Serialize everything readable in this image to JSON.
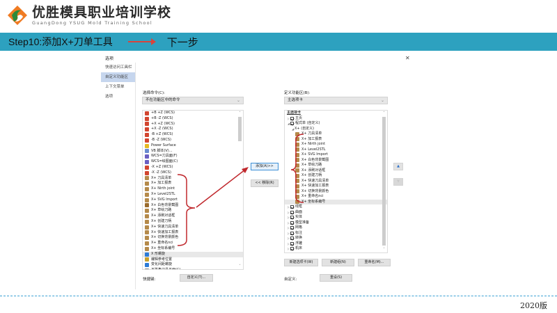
{
  "header": {
    "logo_title": "优胜模具职业培训学校",
    "logo_subtitle": "GuangDong YSUG Mold Training School",
    "registered_mark": "®"
  },
  "banner": {
    "step_text": "Step10:添加X+刀单工具",
    "next_text": "下一步",
    "arrow_color": "#d9443c",
    "background_color": "#2da1bf"
  },
  "dialog": {
    "title": "选项",
    "close_glyph": "✕",
    "nav": [
      {
        "label": "快速访问工具栏",
        "active": false
      },
      {
        "label": "自定义功能区",
        "active": true
      },
      {
        "label": "上下文菜单",
        "active": false
      },
      {
        "label": "选项",
        "active": false
      }
    ],
    "left": {
      "choose_label": "选择命令(C):",
      "choose_value": "不在功能区中的命令",
      "commands": [
        {
          "label": "+B +Z (WCS)",
          "icon": "view-icon"
        },
        {
          "label": "+B -Z (WCS)",
          "icon": "view-icon"
        },
        {
          "label": "+X +Z (WCS)",
          "icon": "view-icon"
        },
        {
          "label": "+X -Z (WCS)",
          "icon": "view-icon"
        },
        {
          "label": "-B +Z (WCS)",
          "icon": "view-icon"
        },
        {
          "label": "-B -Z (WCS)",
          "icon": "view-icon"
        },
        {
          "label": "Power Surface",
          "icon": "surface-icon"
        },
        {
          "label": "VB 脚本(V)...",
          "icon": "vb-icon"
        },
        {
          "label": "WCS=刀具面(F)",
          "icon": "wcs-icon"
        },
        {
          "label": "WCS=绘图面(C)",
          "icon": "wcs-icon"
        },
        {
          "label": "-X +Z (WCS)",
          "icon": "view-icon"
        },
        {
          "label": "-X -Z (WCS)",
          "icon": "view-icon"
        },
        {
          "label": "X+ 刀具清单",
          "icon": "xplus-icon"
        },
        {
          "label": "X+ 加工报表",
          "icon": "xplus-icon"
        },
        {
          "label": "X+ Nirth joint",
          "icon": "xplus-icon"
        },
        {
          "label": "X+ Level2STL",
          "icon": "xplus-icon"
        },
        {
          "label": "X+ SVG Import",
          "icon": "xplus-icon"
        },
        {
          "label": "X+ 白色背景截图",
          "icon": "camera-icon"
        },
        {
          "label": "X+ 草绘刀路",
          "icon": "xplus-icon"
        },
        {
          "label": "X+ 添刷对话框",
          "icon": "xplus-icon"
        },
        {
          "label": "X+ 创建刀柄",
          "icon": "xplus-icon"
        },
        {
          "label": "X+ 快速刀具清单",
          "icon": "xplus-icon"
        },
        {
          "label": "X+ 快速加工报表",
          "icon": "xplus-icon"
        },
        {
          "label": "X+ 切换背景颜色",
          "icon": "xplus-icon"
        },
        {
          "label": "X+ 重命名nci",
          "icon": "xplus-icon"
        },
        {
          "label": "X+ 坐标系编号",
          "icon": "xplus-icon"
        },
        {
          "label": "X 形螺旋",
          "icon": "helix-icon"
        },
        {
          "label": "编辑参考位置",
          "icon": "edit-icon"
        },
        {
          "label": "变化间距螺旋",
          "icon": "helix-icon"
        },
        {
          "label": "不等角刀具平面(C)",
          "icon": "plane-icon"
        }
      ],
      "selected_index": 26,
      "shortcut_label": "快捷键:",
      "customize_button": "自定义(T)..."
    },
    "middle": {
      "add_button": "添加(A)>>",
      "remove_button": "<< 移除(R)"
    },
    "right": {
      "ribbon_label": "定义功能区(B):",
      "ribbon_value": "主选项卡",
      "tree_header": "主选项卡",
      "tree": [
        {
          "label": "主页",
          "level": 1,
          "expander": "▷",
          "checked": true
        },
        {
          "label": "程式单 (自定义)",
          "level": 1,
          "expander": "◢",
          "checked": true
        },
        {
          "label": "X+ (自定义)",
          "level": 2,
          "expander": "◢",
          "checked": null
        },
        {
          "label": "X+ 刀具清单",
          "level": 3,
          "icon": true
        },
        {
          "label": "X+ 加工报表",
          "level": 3,
          "icon": true
        },
        {
          "label": "X+ Nirth joint",
          "level": 3,
          "icon": true
        },
        {
          "label": "X+ Level2STL",
          "level": 3,
          "icon": true
        },
        {
          "label": "X+ SVG Import",
          "level": 3,
          "icon": true
        },
        {
          "label": "X+ 白色背景截图",
          "level": 3,
          "icon": true
        },
        {
          "label": "X+ 草绘刀路",
          "level": 3,
          "icon": true
        },
        {
          "label": "X+ 添刷对话框",
          "level": 3,
          "icon": true
        },
        {
          "label": "X+ 创建刀柄",
          "level": 3,
          "icon": true
        },
        {
          "label": "X+ 快速刀具清单",
          "level": 3,
          "icon": true
        },
        {
          "label": "X+ 快速加工报表",
          "level": 3,
          "icon": true
        },
        {
          "label": "X+ 切换背景颜色",
          "level": 3,
          "icon": true
        },
        {
          "label": "X+ 重命名nci",
          "level": 3,
          "icon": true
        },
        {
          "label": "X+ 坐标系编号",
          "level": 3,
          "icon": true,
          "selected": true
        },
        {
          "label": "线框",
          "level": 1,
          "expander": "▷",
          "checked": true
        },
        {
          "label": "曲面",
          "level": 1,
          "expander": "▷",
          "checked": true
        },
        {
          "label": "实体",
          "level": 1,
          "expander": "▷",
          "checked": true
        },
        {
          "label": "模型准备",
          "level": 1,
          "expander": "▷",
          "checked": true
        },
        {
          "label": "网格",
          "level": 1,
          "expander": "▷",
          "checked": true
        },
        {
          "label": "标注",
          "level": 1,
          "expander": "▷",
          "checked": true
        },
        {
          "label": "转换",
          "level": 1,
          "expander": "▷",
          "checked": true
        },
        {
          "label": "浮雕",
          "level": 1,
          "expander": "▷",
          "checked": true
        },
        {
          "label": "机床",
          "level": 1,
          "expander": "▷",
          "checked": true
        }
      ],
      "new_tab_button": "新建选项卡(W)",
      "new_group_button": "新建组(N)",
      "rename_button": "重命名(M)...",
      "customize_label": "自定义:",
      "reset_button": "重设(S)",
      "move_up_glyph": "▲",
      "move_down_glyph": "▼"
    }
  },
  "footer": {
    "edition": "2020版",
    "line_color": "#3aa0d4"
  }
}
